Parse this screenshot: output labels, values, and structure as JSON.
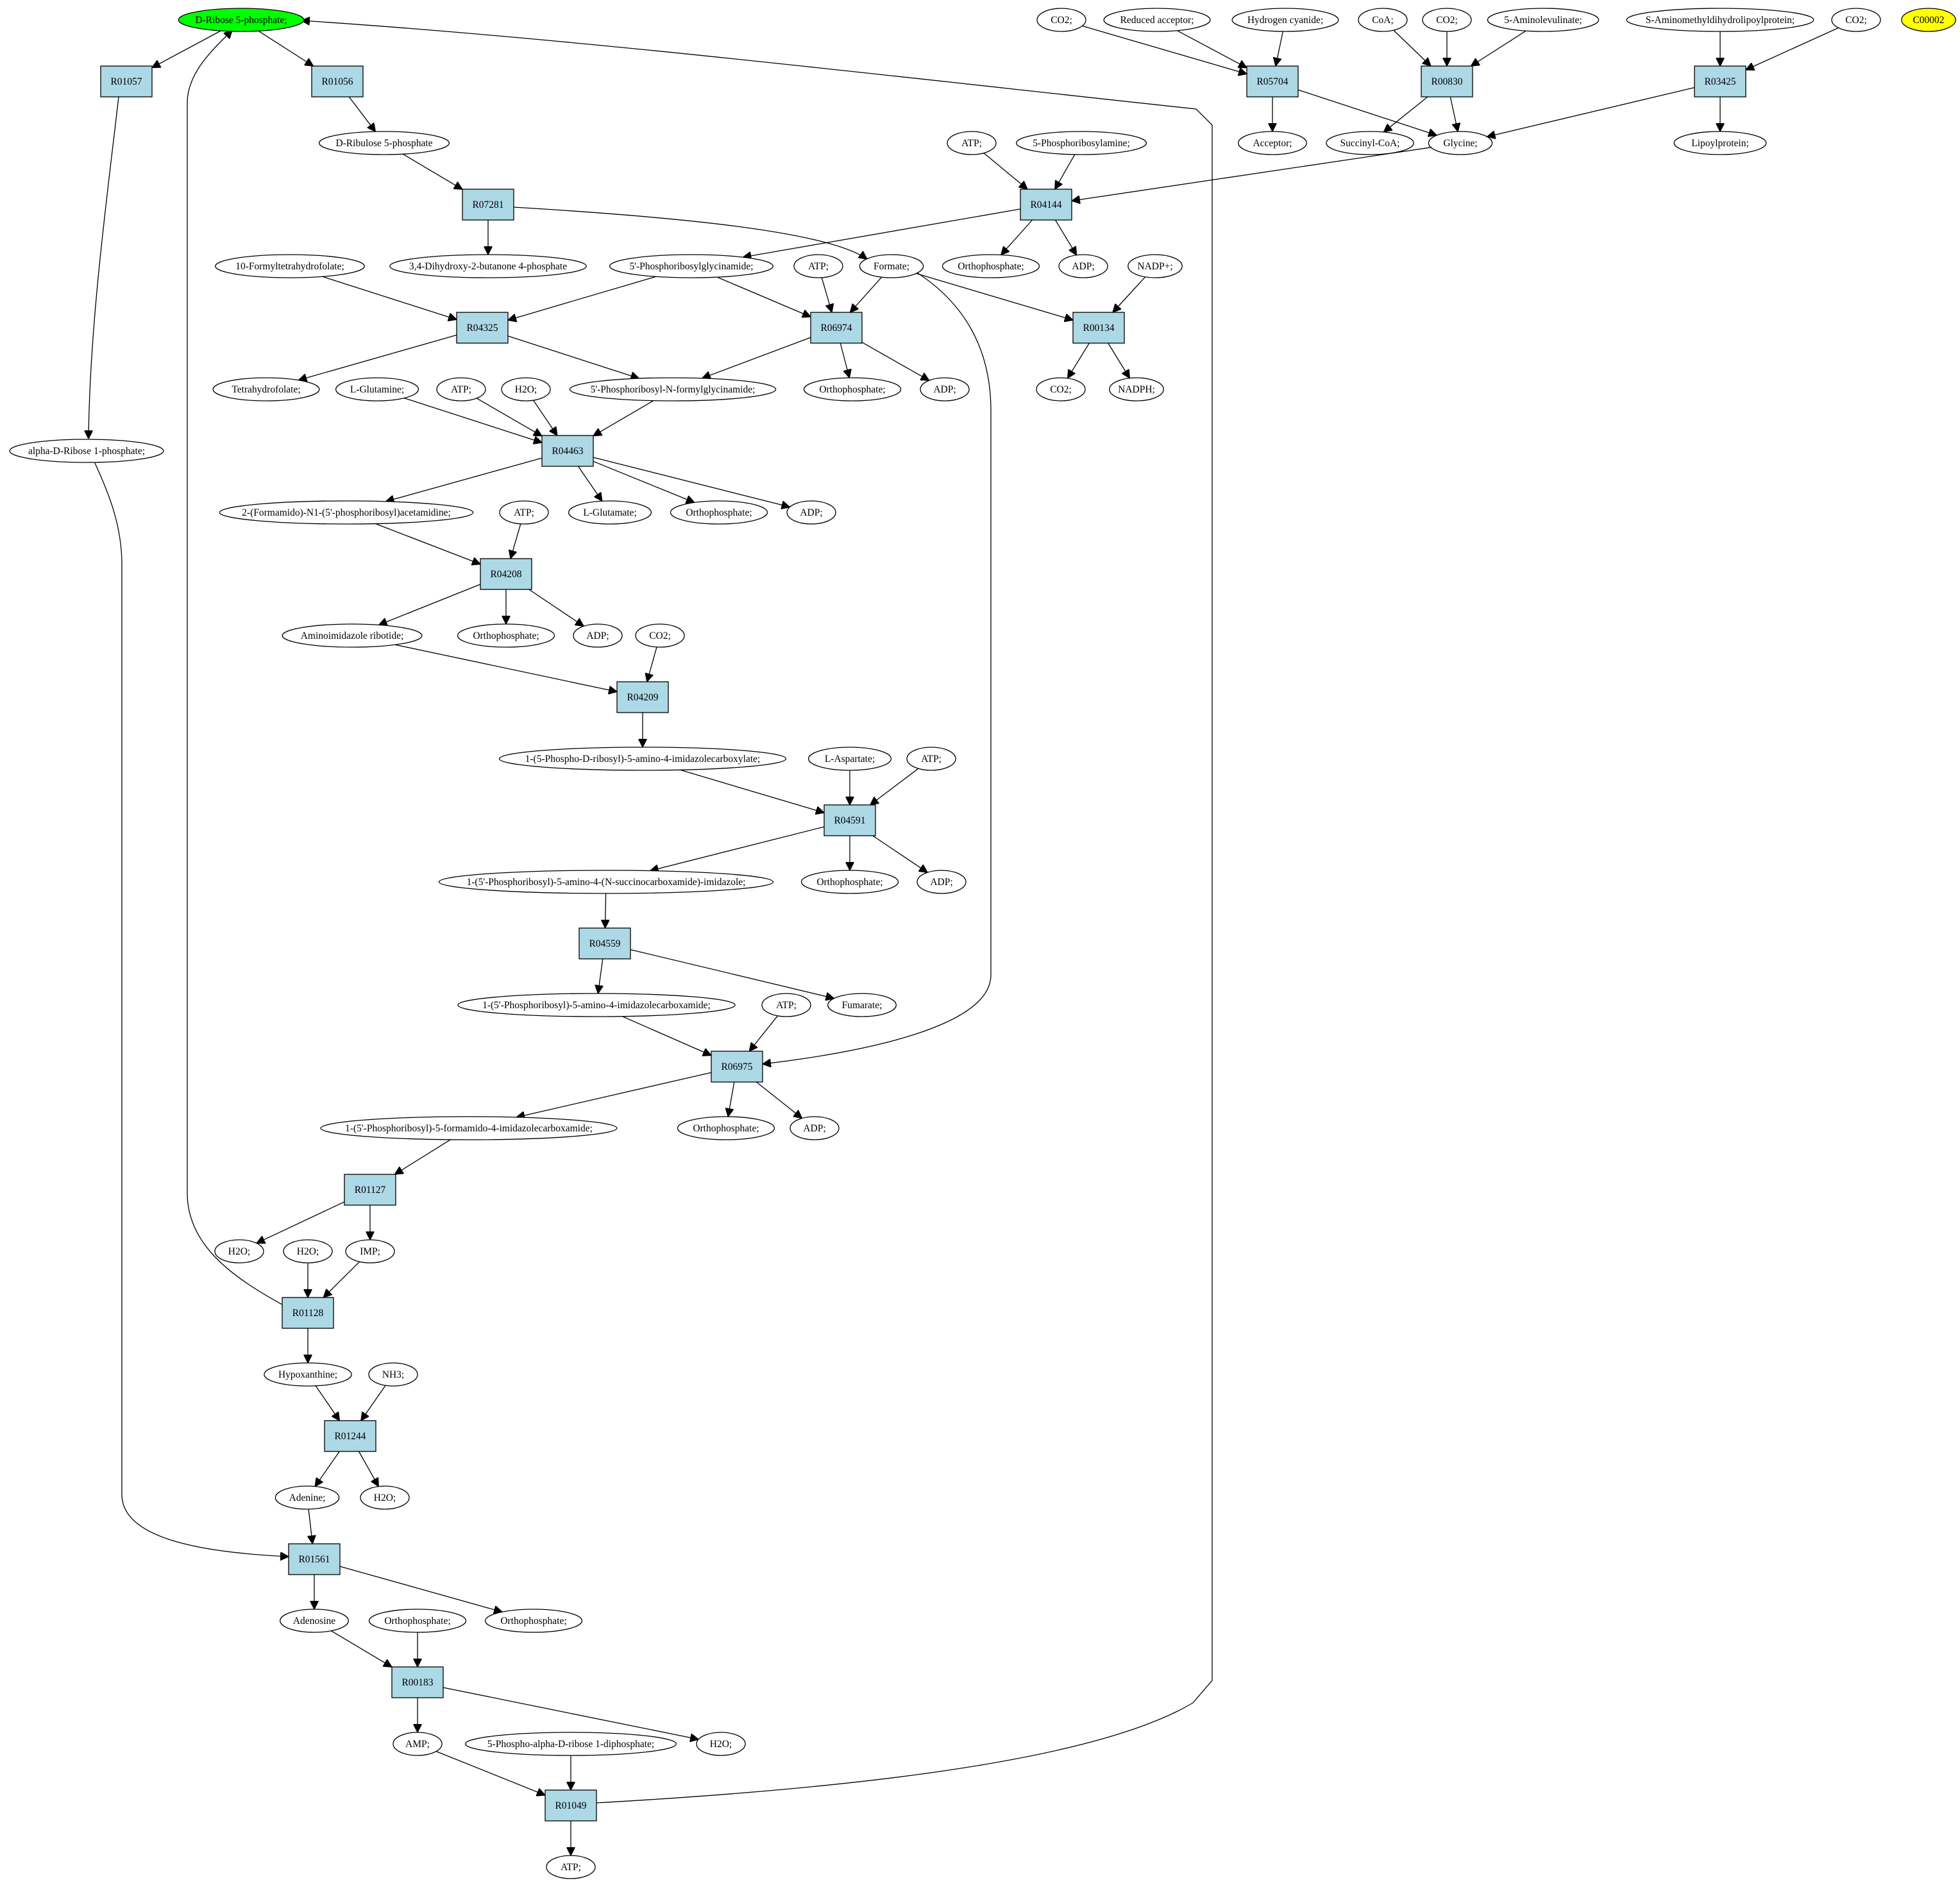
{
  "colors": {
    "reaction_fill": "#add8e6",
    "start_fill": "#00ff00",
    "target_fill": "#ffff00",
    "compound_fill": "#ffffff",
    "stroke": "#000000"
  },
  "reactions": [
    "R01057",
    "R01056",
    "R05704",
    "R00830",
    "R03425",
    "R07281",
    "R04144",
    "R04325",
    "R06974",
    "R00134",
    "R04463",
    "R04208",
    "R04209",
    "R04591",
    "R04559",
    "R06975",
    "R01127",
    "R01128",
    "R01244",
    "R01561",
    "R00183",
    "R01049"
  ],
  "compounds": [
    {
      "id": "c_r5p",
      "label": "D-Ribose 5-phosphate;",
      "kind": "start"
    },
    {
      "id": "c_target",
      "label": "C00002",
      "kind": "target"
    },
    {
      "id": "c_co2_a",
      "label": "CO2;"
    },
    {
      "id": "c_redacc",
      "label": "Reduced acceptor;"
    },
    {
      "id": "c_hcn",
      "label": "Hydrogen cyanide;"
    },
    {
      "id": "c_coa",
      "label": "CoA;"
    },
    {
      "id": "c_co2_b",
      "label": "CO2;"
    },
    {
      "id": "c_5ala",
      "label": "5-Aminolevulinate;"
    },
    {
      "id": "c_samdl",
      "label": "S-Aminomethyldihydrolipoylprotein;"
    },
    {
      "id": "c_co2_c",
      "label": "CO2;"
    },
    {
      "id": "c_acceptor",
      "label": "Acceptor;"
    },
    {
      "id": "c_succoa",
      "label": "Succinyl-CoA;"
    },
    {
      "id": "c_glycine",
      "label": "Glycine;"
    },
    {
      "id": "c_lipoyl",
      "label": "Lipoylprotein;"
    },
    {
      "id": "c_ru5p",
      "label": "D-Ribulose 5-phosphate"
    },
    {
      "id": "c_atp_r04144",
      "label": "ATP;"
    },
    {
      "id": "c_5pra",
      "label": "5-Phosphoribosylamine;"
    },
    {
      "id": "c_dhbp",
      "label": "3,4-Dihydroxy-2-butanone 4-phosphate"
    },
    {
      "id": "c_pi_r04144",
      "label": "Orthophosphate;"
    },
    {
      "id": "c_adp_r04144",
      "label": "ADP;"
    },
    {
      "id": "c_10fthf",
      "label": "10-Formyltetrahydrofolate;"
    },
    {
      "id": "c_gar",
      "label": "5'-Phosphoribosylglycinamide;"
    },
    {
      "id": "c_atp_r06974",
      "label": "ATP;"
    },
    {
      "id": "c_formate",
      "label": "Formate;"
    },
    {
      "id": "c_nadp",
      "label": "NADP+;"
    },
    {
      "id": "c_thf",
      "label": "Tetrahydrofolate;"
    },
    {
      "id": "c_gln",
      "label": "L-Glutamine;"
    },
    {
      "id": "c_atp_r04463",
      "label": "ATP;"
    },
    {
      "id": "c_h2o_r04463",
      "label": "H2O;"
    },
    {
      "id": "c_fgar",
      "label": "5'-Phosphoribosyl-N-formylglycinamide;"
    },
    {
      "id": "c_pi_r06974",
      "label": "Orthophosphate;"
    },
    {
      "id": "c_adp_r06974",
      "label": "ADP;"
    },
    {
      "id": "c_co2_r00134",
      "label": "CO2;"
    },
    {
      "id": "c_nadph",
      "label": "NADPH;"
    },
    {
      "id": "c_alpha_r1p",
      "label": "alpha-D-Ribose 1-phosphate;"
    },
    {
      "id": "c_fgam",
      "label": "2-(Formamido)-N1-(5'-phosphoribosyl)acetamidine;"
    },
    {
      "id": "c_glu",
      "label": "L-Glutamate;"
    },
    {
      "id": "c_pi_r04463",
      "label": "Orthophosphate;"
    },
    {
      "id": "c_adp_r04463",
      "label": "ADP;"
    },
    {
      "id": "c_atp_r04208",
      "label": "ATP;"
    },
    {
      "id": "c_air",
      "label": "Aminoimidazole ribotide;"
    },
    {
      "id": "c_pi_r04208",
      "label": "Orthophosphate;"
    },
    {
      "id": "c_adp_r04208",
      "label": "ADP;"
    },
    {
      "id": "c_co2_r04209",
      "label": "CO2;"
    },
    {
      "id": "c_cair",
      "label": "1-(5-Phospho-D-ribosyl)-5-amino-4-imidazolecarboxylate;"
    },
    {
      "id": "c_asp",
      "label": "L-Aspartate;"
    },
    {
      "id": "c_atp_r04591",
      "label": "ATP;"
    },
    {
      "id": "c_saicar",
      "label": "1-(5'-Phosphoribosyl)-5-amino-4-(N-succinocarboxamide)-imidazole;"
    },
    {
      "id": "c_pi_r04591",
      "label": "Orthophosphate;"
    },
    {
      "id": "c_adp_r04591",
      "label": "ADP;"
    },
    {
      "id": "c_aicar",
      "label": "1-(5'-Phosphoribosyl)-5-amino-4-imidazolecarboxamide;"
    },
    {
      "id": "c_atp_r06975",
      "label": "ATP;"
    },
    {
      "id": "c_fumarate",
      "label": "Fumarate;"
    },
    {
      "id": "c_faicar",
      "label": "1-(5'-Phosphoribosyl)-5-formamido-4-imidazolecarboxamide;"
    },
    {
      "id": "c_pi_r06975",
      "label": "Orthophosphate;"
    },
    {
      "id": "c_adp_r06975",
      "label": "ADP;"
    },
    {
      "id": "c_h2o_r01127",
      "label": "H2O;"
    },
    {
      "id": "c_h2o_r01128",
      "label": "H2O;"
    },
    {
      "id": "c_imp",
      "label": "IMP;"
    },
    {
      "id": "c_hypox",
      "label": "Hypoxanthine;"
    },
    {
      "id": "c_nh3",
      "label": "NH3;"
    },
    {
      "id": "c_adenine",
      "label": "Adenine;"
    },
    {
      "id": "c_h2o_r01244",
      "label": "H2O;"
    },
    {
      "id": "c_adenosine",
      "label": "Adenosine"
    },
    {
      "id": "c_pi_in_r00183",
      "label": "Orthophosphate;"
    },
    {
      "id": "c_pi_r01561",
      "label": "Orthophosphate;"
    },
    {
      "id": "c_amp",
      "label": "AMP;"
    },
    {
      "id": "c_prpp",
      "label": "5-Phospho-alpha-D-ribose 1-diphosphate;"
    },
    {
      "id": "c_h2o_r00183",
      "label": "H2O;"
    },
    {
      "id": "c_atp_final",
      "label": "ATP;"
    }
  ],
  "edges": [
    [
      "c_r5p",
      "R01057"
    ],
    [
      "c_r5p",
      "R01056"
    ],
    [
      "R01056",
      "c_ru5p"
    ],
    [
      "R01057",
      "c_alpha_r1p"
    ],
    [
      "c_co2_a",
      "R05704"
    ],
    [
      "c_redacc",
      "R05704"
    ],
    [
      "c_hcn",
      "R05704"
    ],
    [
      "R05704",
      "c_acceptor"
    ],
    [
      "R05704",
      "c_glycine"
    ],
    [
      "c_coa",
      "R00830"
    ],
    [
      "c_co2_b",
      "R00830"
    ],
    [
      "c_5ala",
      "R00830"
    ],
    [
      "R00830",
      "c_succoa"
    ],
    [
      "R00830",
      "c_glycine"
    ],
    [
      "c_samdl",
      "R03425"
    ],
    [
      "c_co2_c",
      "R03425"
    ],
    [
      "R03425",
      "c_lipoyl"
    ],
    [
      "R03425",
      "c_glycine"
    ],
    [
      "c_ru5p",
      "R07281"
    ],
    [
      "R07281",
      "c_dhbp"
    ],
    [
      "R07281",
      "c_formate"
    ],
    [
      "c_atp_r04144",
      "R04144"
    ],
    [
      "c_5pra",
      "R04144"
    ],
    [
      "c_glycine",
      "R04144"
    ],
    [
      "R04144",
      "c_pi_r04144"
    ],
    [
      "R04144",
      "c_adp_r04144"
    ],
    [
      "R04144",
      "c_gar"
    ],
    [
      "c_10fthf",
      "R04325"
    ],
    [
      "c_gar",
      "R04325"
    ],
    [
      "R04325",
      "c_thf"
    ],
    [
      "R04325",
      "c_fgar"
    ],
    [
      "c_gar",
      "R06974"
    ],
    [
      "c_atp_r06974",
      "R06974"
    ],
    [
      "c_formate",
      "R06974"
    ],
    [
      "R06974",
      "c_fgar"
    ],
    [
      "R06974",
      "c_pi_r06974"
    ],
    [
      "R06974",
      "c_adp_r06974"
    ],
    [
      "c_formate",
      "R00134"
    ],
    [
      "c_nadp",
      "R00134"
    ],
    [
      "R00134",
      "c_co2_r00134"
    ],
    [
      "R00134",
      "c_nadph"
    ],
    [
      "c_gln",
      "R04463"
    ],
    [
      "c_atp_r04463",
      "R04463"
    ],
    [
      "c_h2o_r04463",
      "R04463"
    ],
    [
      "c_fgar",
      "R04463"
    ],
    [
      "R04463",
      "c_fgam"
    ],
    [
      "R04463",
      "c_glu"
    ],
    [
      "R04463",
      "c_pi_r04463"
    ],
    [
      "R04463",
      "c_adp_r04463"
    ],
    [
      "c_fgam",
      "R04208"
    ],
    [
      "c_atp_r04208",
      "R04208"
    ],
    [
      "R04208",
      "c_air"
    ],
    [
      "R04208",
      "c_pi_r04208"
    ],
    [
      "R04208",
      "c_adp_r04208"
    ],
    [
      "c_air",
      "R04209"
    ],
    [
      "c_co2_r04209",
      "R04209"
    ],
    [
      "R04209",
      "c_cair"
    ],
    [
      "c_cair",
      "R04591"
    ],
    [
      "c_asp",
      "R04591"
    ],
    [
      "c_atp_r04591",
      "R04591"
    ],
    [
      "R04591",
      "c_saicar"
    ],
    [
      "R04591",
      "c_pi_r04591"
    ],
    [
      "R04591",
      "c_adp_r04591"
    ],
    [
      "c_saicar",
      "R04559"
    ],
    [
      "R04559",
      "c_aicar"
    ],
    [
      "R04559",
      "c_fumarate"
    ],
    [
      "c_aicar",
      "R06975"
    ],
    [
      "c_atp_r06975",
      "R06975"
    ],
    [
      "c_formate",
      "R06975"
    ],
    [
      "R06975",
      "c_faicar"
    ],
    [
      "R06975",
      "c_pi_r06975"
    ],
    [
      "R06975",
      "c_adp_r06975"
    ],
    [
      "c_faicar",
      "R01127"
    ],
    [
      "R01127",
      "c_h2o_r01127"
    ],
    [
      "R01127",
      "c_imp"
    ],
    [
      "c_h2o_r01128",
      "R01128"
    ],
    [
      "c_imp",
      "R01128"
    ],
    [
      "R01128",
      "c_hypox"
    ],
    [
      "R01128",
      "c_r5p"
    ],
    [
      "c_hypox",
      "R01244"
    ],
    [
      "c_nh3",
      "R01244"
    ],
    [
      "R01244",
      "c_adenine"
    ],
    [
      "R01244",
      "c_h2o_r01244"
    ],
    [
      "c_adenine",
      "R01561"
    ],
    [
      "c_alpha_r1p",
      "R01561"
    ],
    [
      "R01561",
      "c_adenosine"
    ],
    [
      "R01561",
      "c_pi_r01561"
    ],
    [
      "c_adenosine",
      "R00183"
    ],
    [
      "c_pi_in_r00183",
      "R00183"
    ],
    [
      "R00183",
      "c_amp"
    ],
    [
      "R00183",
      "c_h2o_r00183"
    ],
    [
      "c_amp",
      "R01049"
    ],
    [
      "c_prpp",
      "R01049"
    ],
    [
      "R01049",
      "c_atp_final"
    ],
    [
      "R01049",
      "c_r5p"
    ]
  ]
}
